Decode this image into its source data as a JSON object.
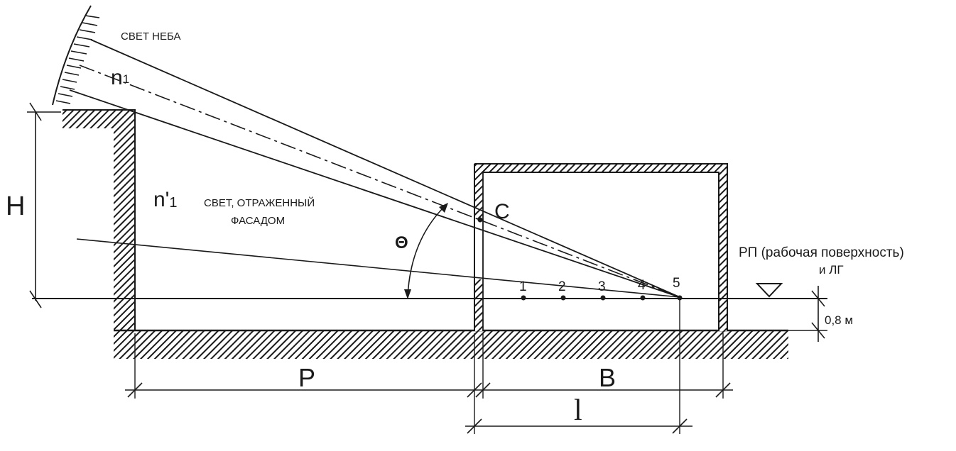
{
  "labels": {
    "sky_light": "СВЕТ  НЕБА",
    "n1": "n",
    "n1_sub": "1",
    "n1_prime": "n'",
    "n1_prime_sub": "1",
    "reflected_1": "СВЕТ, ОТРАЖЕННЫЙ",
    "reflected_2": "ФАСАДОМ",
    "theta": "Θ",
    "point_c": "C",
    "work_surface_1": "РП  (рабочая поверхность)",
    "work_surface_2": "и  ЛГ",
    "height_08": "0,8 м",
    "dim_h": "H",
    "dim_p": "P",
    "dim_b": "B",
    "dim_l": "l"
  },
  "points": [
    "1",
    "2",
    "3",
    "4",
    "5"
  ],
  "colors": {
    "ink": "#1a1a1a",
    "background": "#ffffff"
  }
}
